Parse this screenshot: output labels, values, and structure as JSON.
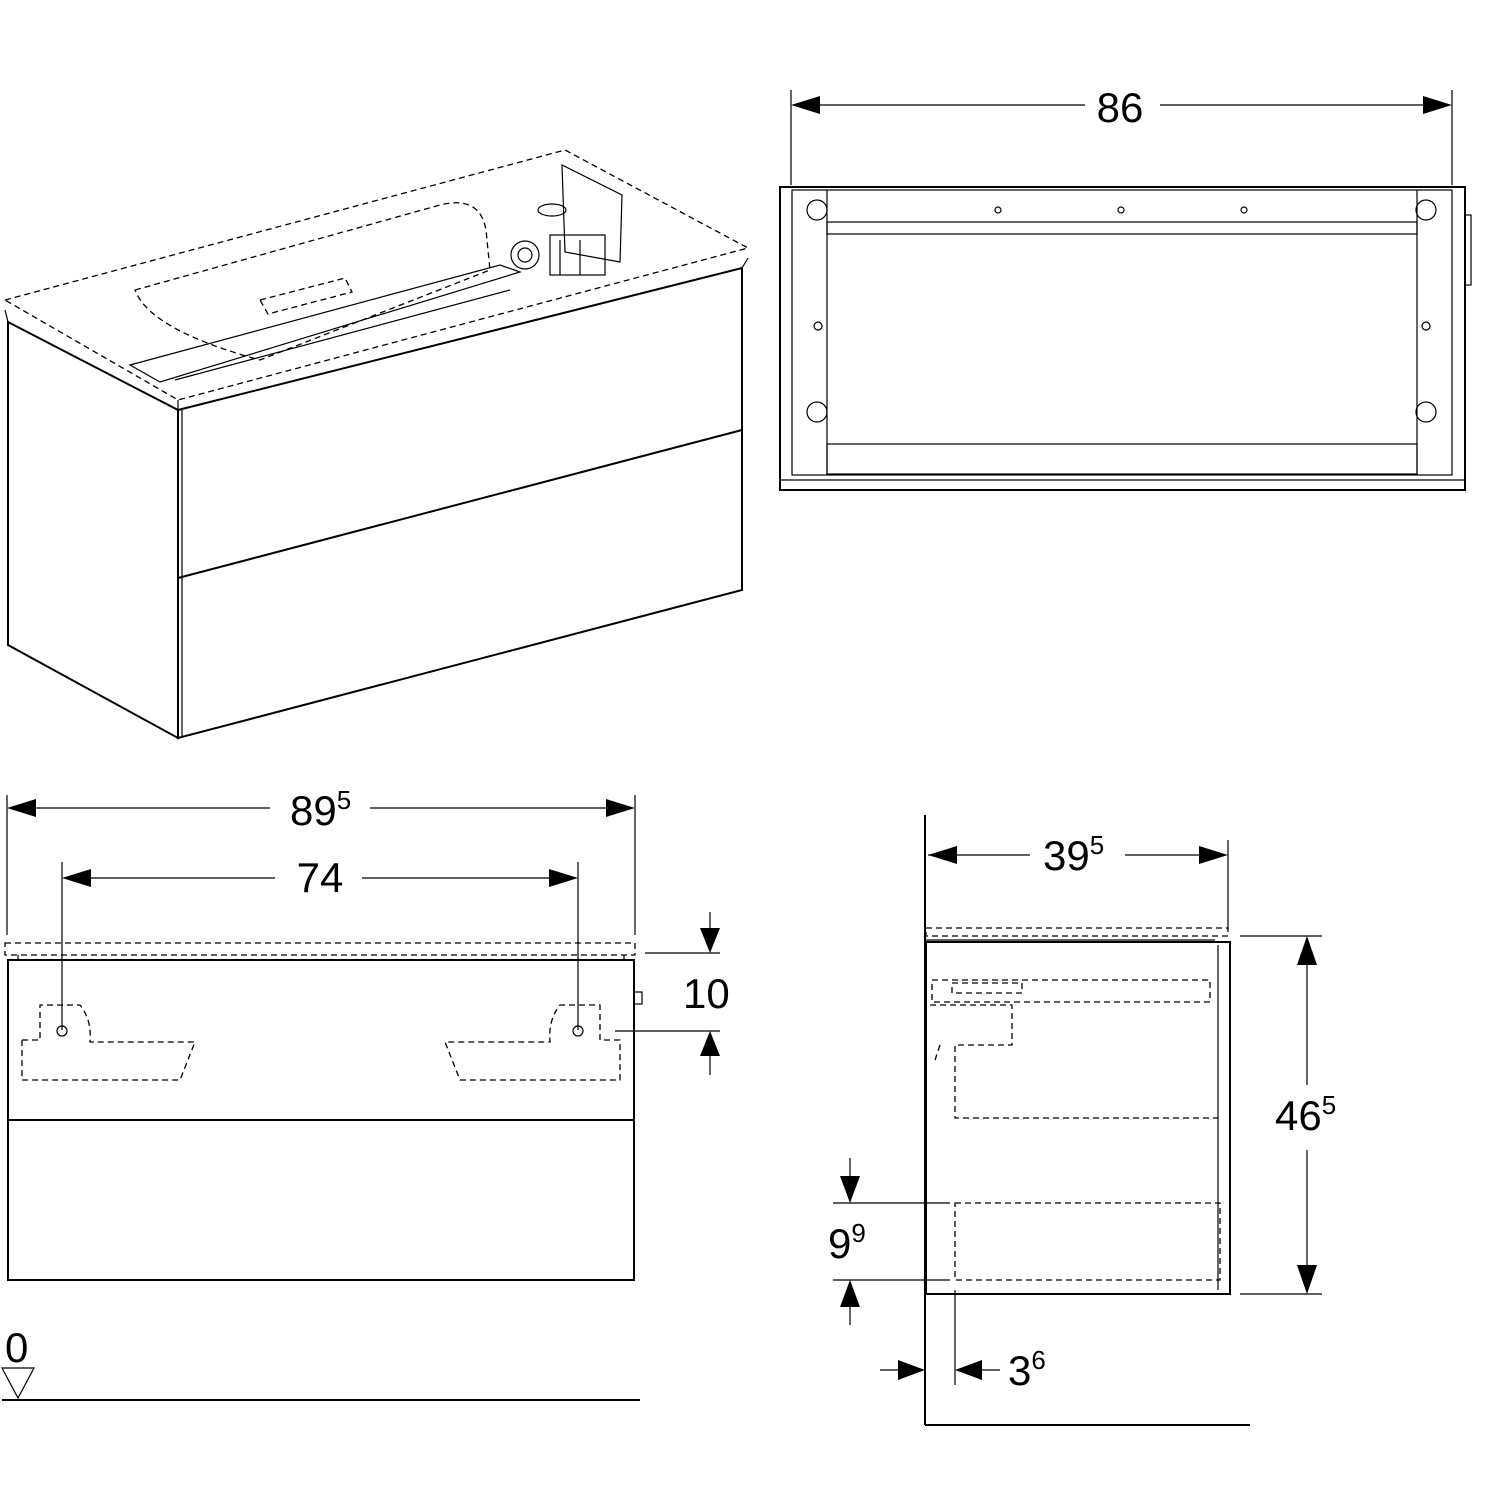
{
  "dimensions": {
    "top_width": "86",
    "front_width_main": "89",
    "front_width_sup": "5",
    "mount_spacing": "74",
    "mount_height": "10",
    "floor_level": "0",
    "depth_main": "39",
    "depth_sup": "5",
    "height_main": "46",
    "height_sup": "5",
    "drawer_offset_main": "9",
    "drawer_offset_sup": "9",
    "wall_gap_main": "3",
    "wall_gap_sup": "6"
  }
}
